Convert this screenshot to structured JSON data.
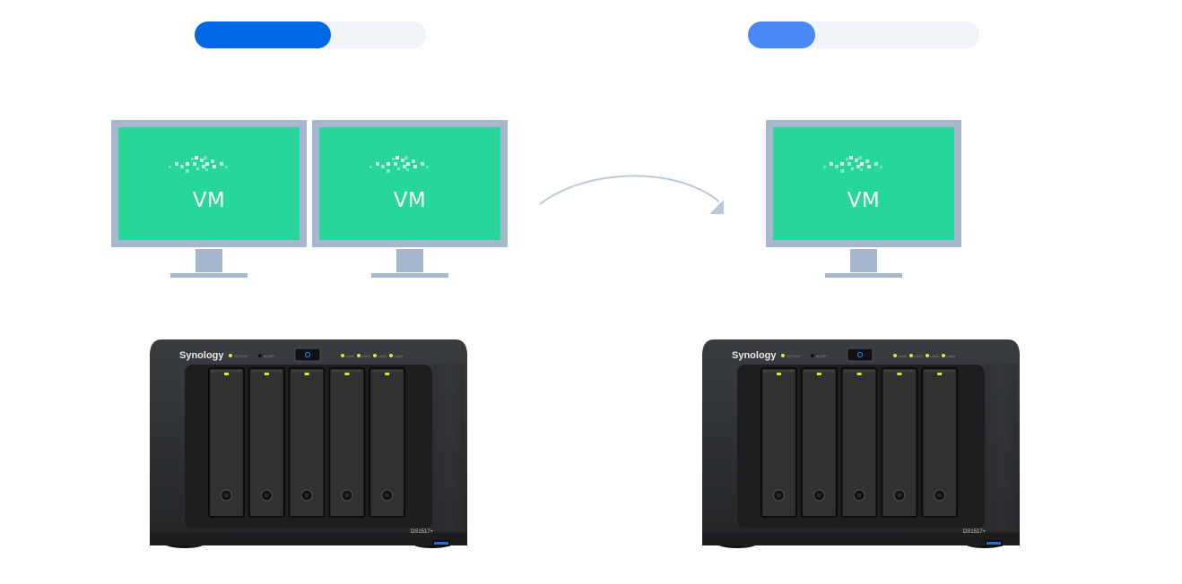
{
  "colors": {
    "progress_track": "#f0f4f8",
    "progress_fill_source": "#0068e6",
    "progress_fill_target": "#4a89f3",
    "monitor_frame": "#a7b8ce",
    "vm_screen": "#27d69a",
    "arrow": "#b8c9dc",
    "nas_body": "#2b2d2f",
    "led_green": "#c8f03a",
    "power_blue": "#2a8cff"
  },
  "source": {
    "progress": {
      "fraction": 0.59
    },
    "vms": [
      {
        "label": "VM"
      },
      {
        "label": "VM"
      }
    ],
    "nas": {
      "brand": "Synology",
      "model": "DS1517+",
      "indicators": [
        "STATUS",
        "ALERT"
      ],
      "lan_indicators": [
        "LAN1",
        "LAN2",
        "LAN3",
        "LAN4"
      ],
      "drive_bays": 5
    }
  },
  "target": {
    "progress": {
      "fraction": 0.29
    },
    "vms": [
      {
        "label": "VM"
      }
    ],
    "nas": {
      "brand": "Synology",
      "model": "DS1517+",
      "indicators": [
        "STATUS",
        "ALERT"
      ],
      "lan_indicators": [
        "LAN1",
        "LAN2",
        "LAN3",
        "LAN4"
      ],
      "drive_bays": 5
    }
  },
  "migration_arrow": {
    "direction": "source-to-target",
    "icon": "curved-arrow-right-icon"
  }
}
